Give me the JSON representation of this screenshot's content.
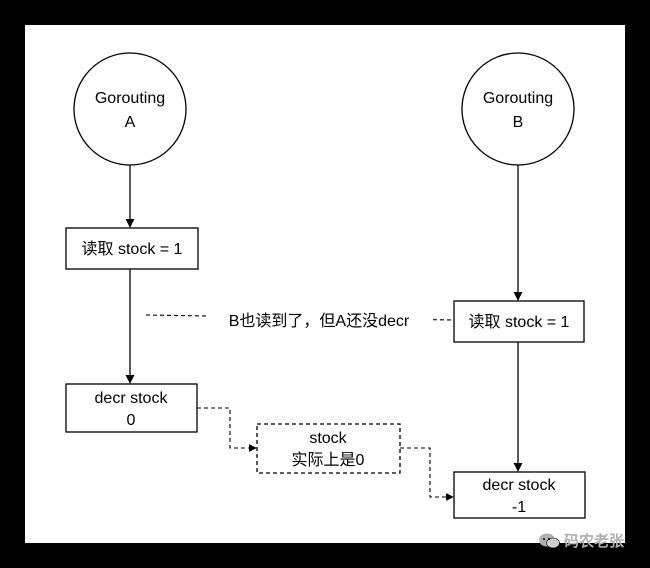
{
  "nodes": {
    "goroutine_a": {
      "line1": "Gorouting",
      "line2": "A"
    },
    "goroutine_b": {
      "line1": "Gorouting",
      "line2": "B"
    },
    "a_read": {
      "label": "读取 stock = 1"
    },
    "b_read": {
      "label": "读取 stock = 1"
    },
    "a_decr": {
      "line1": "decr stock",
      "line2": "0"
    },
    "b_decr": {
      "line1": "decr stock",
      "line2": "-1"
    },
    "actual": {
      "line1": "stock",
      "line2": "实际上是0"
    }
  },
  "annotation": {
    "label": "B也读到了，但A还没decr"
  },
  "watermark": {
    "text": "码农老张",
    "icon": "wechat-icon"
  },
  "colors": {
    "background": "#000000",
    "canvas": "#ffffff",
    "stroke": "#000000",
    "watermark": "#b0b0b0"
  }
}
